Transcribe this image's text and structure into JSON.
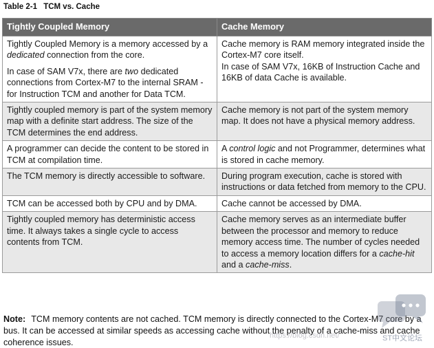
{
  "caption": {
    "number": "Table 2-1",
    "title": "TCM vs. Cache"
  },
  "table": {
    "headers": [
      "Tightly Coupled Memory",
      "Cache Memory"
    ],
    "rows": [
      {
        "tcm": {
          "p1_a": "Tightly Coupled Memory is a memory accessed by a ",
          "p1_em": "dedicated",
          "p1_b": " connection from the core.",
          "p2_a": "In case of SAM V7x, there are ",
          "p2_em": "two",
          "p2_b": " dedicated connections from Cortex-M7 to the internal SRAM - for Instruction TCM and another for Data TCM."
        },
        "cache": {
          "line1": "Cache memory is RAM memory integrated inside the Cortex-M7 core itself.",
          "line2": "In case of SAM V7x, 16KB of Instruction Cache and 16KB of data Cache is available."
        }
      },
      {
        "tcm": "Tightly coupled memory is part of the system memory map with a definite start address. The size of the TCM determines the end address.",
        "cache": "Cache memory is not part of the system memory map. It does not have a physical memory address."
      },
      {
        "tcm": "A programmer can decide the content to be stored in TCM at compilation time.",
        "cache": {
          "a": "A ",
          "em": "control logic",
          "b": " and not Programmer, determines what is stored in cache memory."
        }
      },
      {
        "tcm": "The TCM memory is directly accessible to software.",
        "cache": "During program execution, cache is stored with instructions or data fetched from memory to the CPU."
      },
      {
        "tcm": "TCM can be accessed both by CPU and by DMA.",
        "cache": "Cache cannot be accessed by DMA."
      },
      {
        "tcm": "Tightly coupled memory has deterministic access time. It always takes a single cycle to access contents from TCM.",
        "cache": {
          "a": "Cache memory serves as an intermediate buffer between the processor and memory to reduce memory access time. The number of cycles needed to access a memory location differs for a ",
          "em1": "cache-hit",
          "mid": " and a ",
          "em2": "cache-miss",
          "end": "."
        }
      }
    ]
  },
  "note": {
    "label": "Note:",
    "text": "TCM memory contents are not cached. TCM memory is directly connected to the Cortex-M7 core by a bus. It can be accessed at similar speeds as accessing cache without the penalty of a cache-miss and cache coherence issues."
  },
  "watermark": {
    "url": "https://blog.csdn.net/",
    "brand": "ST中文论坛"
  },
  "colors": {
    "header_bg": "#6a6a6a",
    "row_alt_bg": "#e8e8e8",
    "border": "#9a9a9a"
  }
}
